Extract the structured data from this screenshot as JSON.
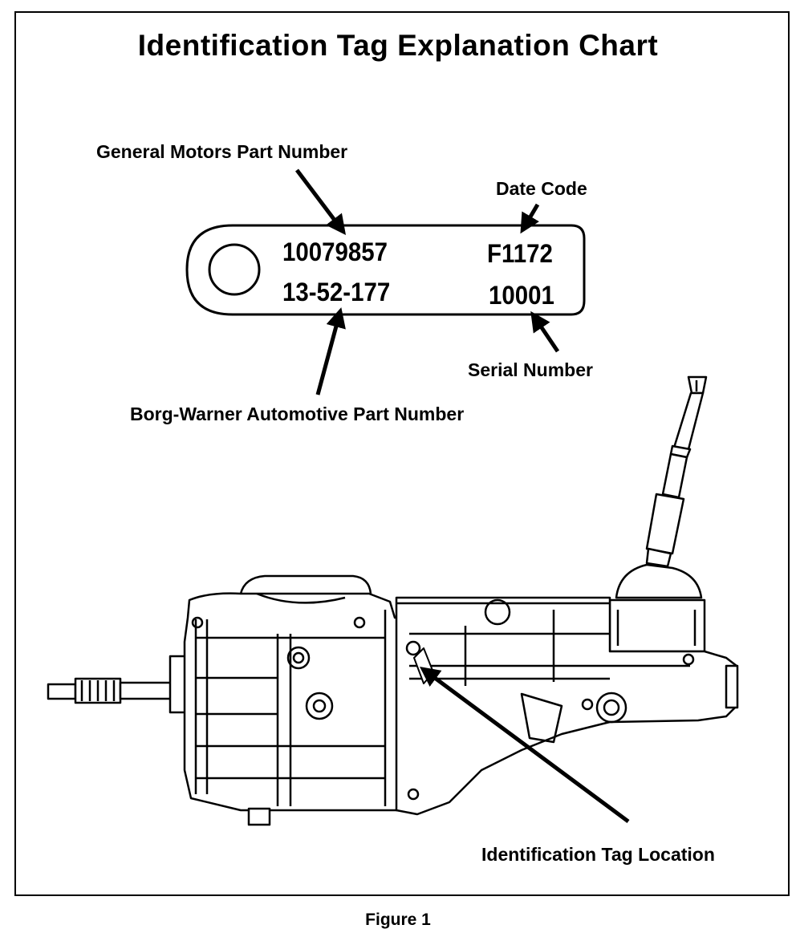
{
  "title": "Identification Tag Explanation Chart",
  "labels": {
    "gm_part_number": "General Motors Part Number",
    "date_code": "Date Code",
    "serial_number": "Serial Number",
    "bw_part_number": "Borg-Warner Automotive Part Number",
    "tag_location": "Identification Tag Location"
  },
  "tag": {
    "gm_part_number": "10079857",
    "bw_part_number": "13-52-177",
    "date_code": "F1172",
    "serial_number": "10001"
  },
  "caption": "Figure 1",
  "colors": {
    "ink": "#000000",
    "paper": "#ffffff"
  }
}
